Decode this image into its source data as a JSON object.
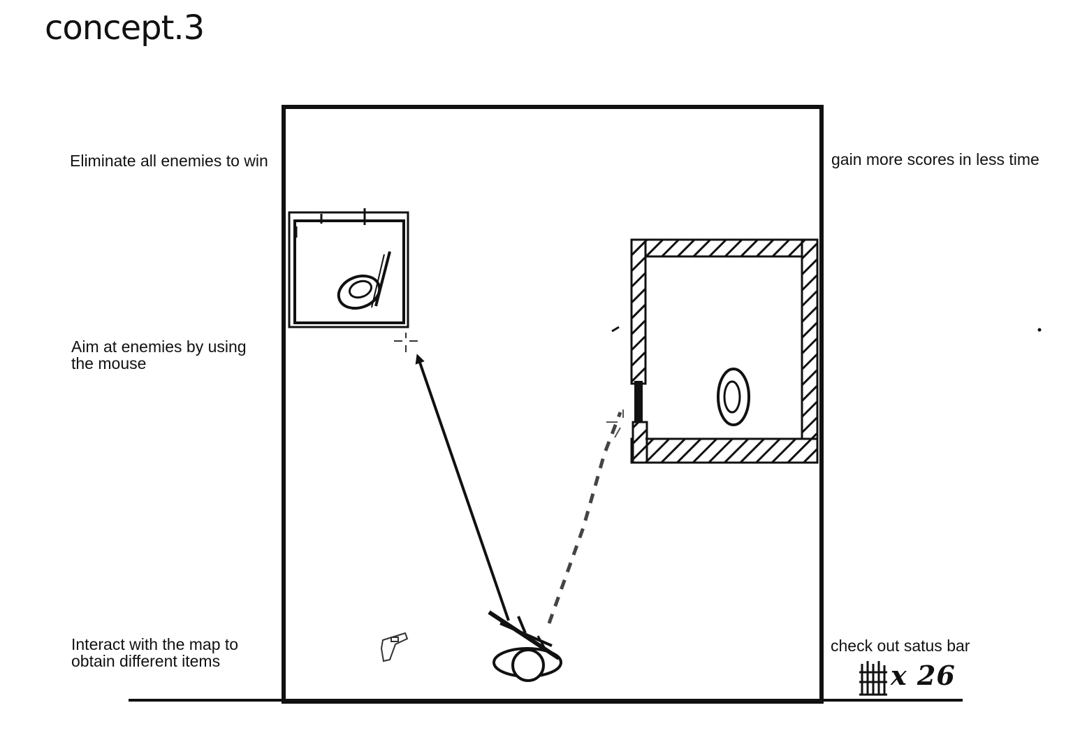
{
  "title": "concept.3",
  "notes": {
    "eliminate": "Eliminate all enemies to win",
    "score": "gain more scores in less time",
    "aim_line1": "Aim at enemies by using",
    "aim_line2": "the mouse",
    "interact_line1": "Interact with the map to",
    "interact_line2": "obtain different items",
    "status": "check out satus bar"
  },
  "status_bar": {
    "ammo_icon": "ammo-clip-icon",
    "ammo_count": "x 26"
  },
  "icons": {
    "pickup": "revolver-icon",
    "player": "player-with-rifle-icon",
    "enemy": "enemy-icon"
  },
  "colors": {
    "ink": "#111111",
    "background": "#ffffff"
  }
}
